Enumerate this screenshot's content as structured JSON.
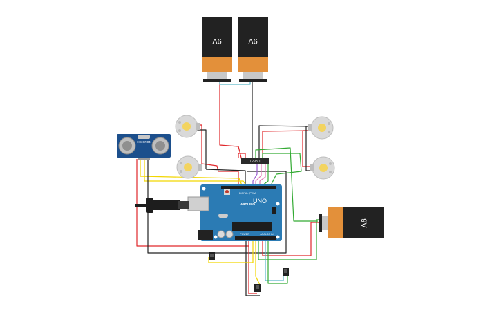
{
  "batteries": [
    {
      "label": "9V"
    },
    {
      "label": "9V"
    },
    {
      "label": "9V"
    }
  ],
  "sensor": {
    "label": "HC-SR04"
  },
  "driver": {
    "label": "L293D"
  },
  "arduino": {
    "brand": "ARDUINO",
    "model": "UNO",
    "digital_label": "DIGITAL (PWM ~)",
    "power_label": "POWER",
    "analog_label": "ANALOG IN"
  },
  "colors": {
    "red": "#e0272b",
    "black": "#222222",
    "yellow": "#f2d600",
    "green": "#33aa33",
    "teal": "#5bb6c8",
    "purple": "#9a5bd0",
    "pink": "#e27ab8",
    "board": "#2b7bb4",
    "battery_top": "#222222",
    "battery_bottom": "#e3903a",
    "motor": "#d9d9d9",
    "motor_hub": "#f3d460"
  }
}
